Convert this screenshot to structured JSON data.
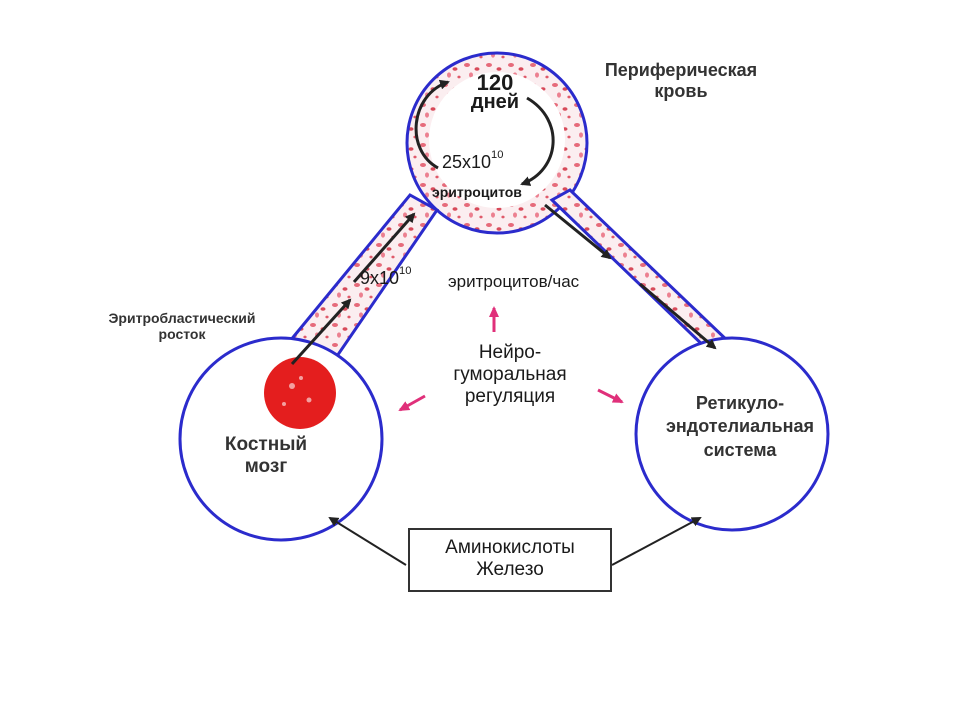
{
  "colors": {
    "outline": "#2b2bcc",
    "blood": "#e02020",
    "accent": "#e0307a",
    "arrow": "#222222"
  },
  "blood": {
    "days_number": "120",
    "days_word": "дней",
    "count_base": "25x10",
    "count_exp": "10",
    "count_unit": "эритроцитов",
    "title_line1": "Периферическая",
    "title_line2": "кровь"
  },
  "flow": {
    "rate_base": "9x10",
    "rate_exp": "10",
    "rate_unit": "эритроцитов/час"
  },
  "regulation": {
    "line1": "Нейро-",
    "line2": "гуморальная",
    "line3": "регуляция"
  },
  "marrow": {
    "sprout_line1": "Эритробластический",
    "sprout_line2": "росток",
    "line1": "Костный",
    "line2": "мозг"
  },
  "res": {
    "line1": "Ретикуло-",
    "line2": "эндотелиальная",
    "line3": "система"
  },
  "box": {
    "line1": "Аминокислоты",
    "line2": "Железо"
  }
}
